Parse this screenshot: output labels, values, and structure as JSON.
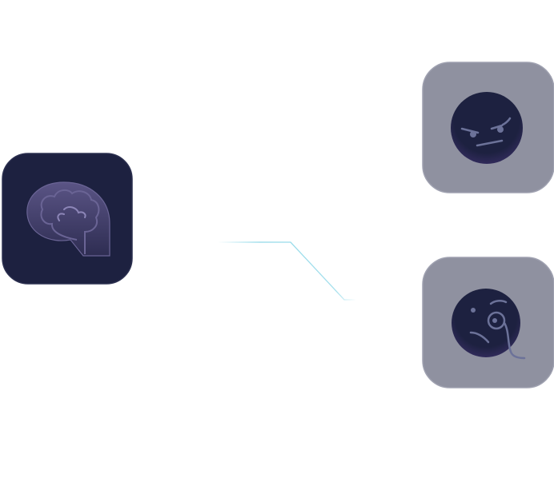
{
  "nodes": [
    {
      "id": "brain-app",
      "icon": "brain-logo-icon",
      "tile_color": "#1d2140",
      "glyph_color": "#4b4670"
    },
    {
      "id": "angry-face",
      "icon": "angry-face-icon",
      "tile_color": "#8f91a0",
      "face_color": "#1d2140",
      "feature_color": "#6c7299"
    },
    {
      "id": "monocle-face",
      "icon": "monocle-face-icon",
      "tile_color": "#8f91a0",
      "face_color": "#1d2140",
      "feature_color": "#6c7299"
    }
  ],
  "connector": {
    "color": "#8fd8e8"
  }
}
